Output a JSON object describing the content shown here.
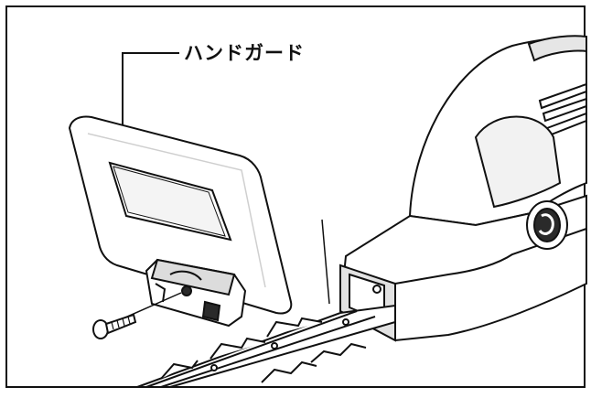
{
  "figure": {
    "callout_label": "ハンドガード",
    "parts": [
      "hand-guard",
      "guard-mount-bracket",
      "screw",
      "hedge-trimmer-body",
      "blade-bar",
      "blade-teeth",
      "side-knob"
    ],
    "colors": {
      "line": "#111111",
      "fill": "#ffffff",
      "shade": "#d8d8d8",
      "dark": "#2a2a2a"
    }
  }
}
